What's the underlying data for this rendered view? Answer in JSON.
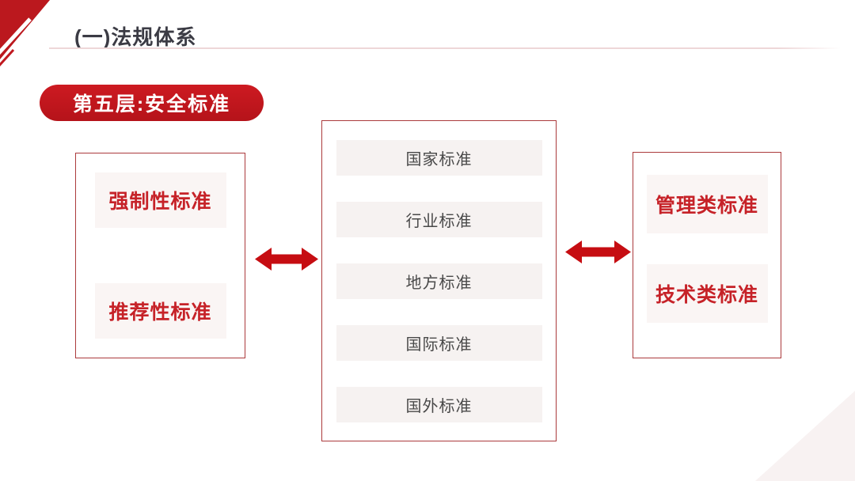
{
  "header": {
    "title": "(一)法规体系"
  },
  "badge": {
    "label": "第五层:安全标准"
  },
  "diagram": {
    "left_box": {
      "items": [
        "强制性标准",
        "推荐性标准"
      ]
    },
    "center_box": {
      "items": [
        "国家标准",
        "行业标准",
        "地方标准",
        "国际标准",
        "国外标准"
      ]
    },
    "right_box": {
      "items": [
        "管理类标准",
        "技术类标准"
      ]
    },
    "arrows": [
      {
        "name": "double-headed-horizontal-arrow",
        "connects": "left-box to center-box"
      },
      {
        "name": "double-headed-horizontal-arrow",
        "connects": "center-box to right-box"
      }
    ]
  },
  "colors": {
    "accent_red": "#c3161d",
    "arrow_red": "#c60d12",
    "box_border_red": "#ab3a3c",
    "text_red": "#c62228",
    "text_dark": "#3b3b44",
    "item_bg_pink": "#faf5f4",
    "item_bg_gray": "#f6f2f1",
    "header_rule_pink": "#eed7d8",
    "corner_triangle_red": "#bb181e",
    "corner_triangle_light": "#f8f2f2"
  }
}
